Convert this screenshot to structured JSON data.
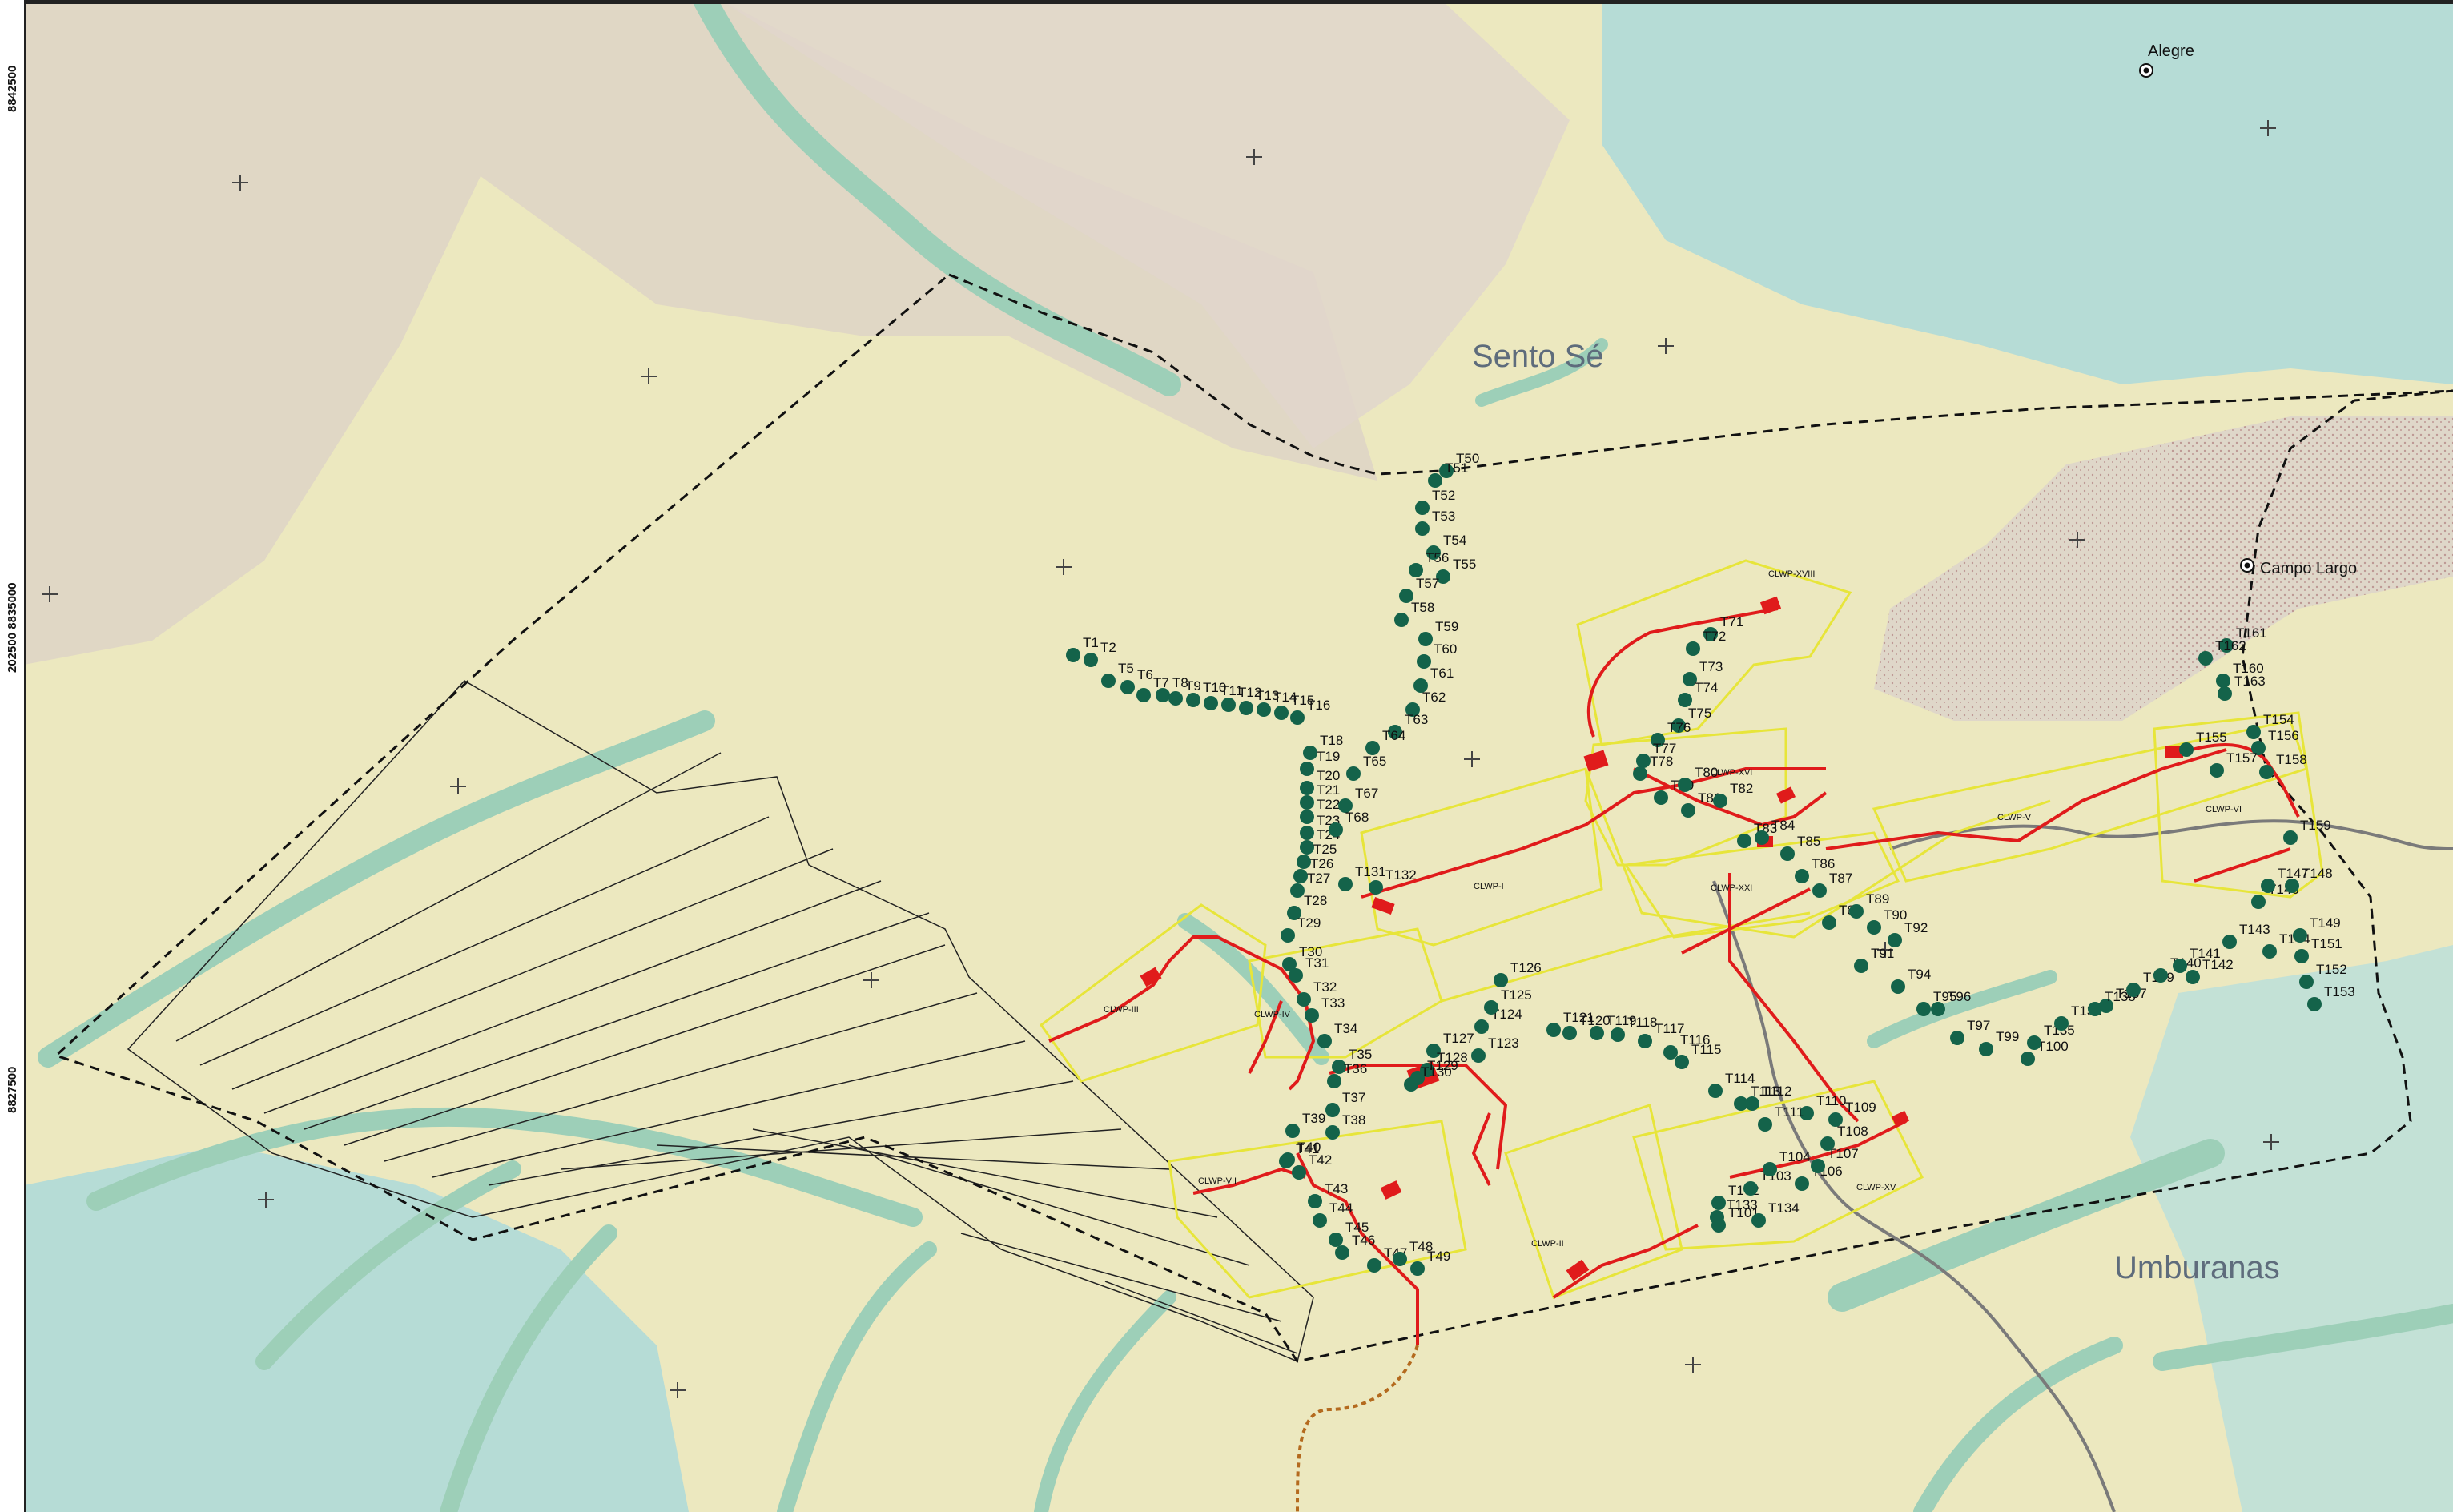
{
  "y_axis_ticks": [
    "8842500",
    "202500 8835000",
    "8827500"
  ],
  "place_labels": {
    "sento_se": "Sento Sé",
    "umburanas": "Umburanas",
    "alegre": "Alegre",
    "campo_largo": "Campo Largo"
  },
  "turbines": [
    [
      "T1",
      1340,
      818
    ],
    [
      "T2",
      1362,
      824
    ],
    [
      "T5",
      1384,
      850
    ],
    [
      "T6",
      1408,
      858
    ],
    [
      "T7",
      1428,
      868
    ],
    [
      "T8",
      1452,
      868
    ],
    [
      "T9",
      1468,
      872
    ],
    [
      "T10",
      1490,
      874
    ],
    [
      "T11",
      1512,
      878
    ],
    [
      "T12",
      1534,
      880
    ],
    [
      "T13",
      1556,
      884
    ],
    [
      "T14",
      1578,
      886
    ],
    [
      "T15",
      1600,
      890
    ],
    [
      "T16",
      1620,
      896
    ],
    [
      "T18",
      1636,
      940
    ],
    [
      "T19",
      1632,
      960
    ],
    [
      "T20",
      1632,
      984
    ],
    [
      "T21",
      1632,
      1002
    ],
    [
      "T22",
      1632,
      1020
    ],
    [
      "T23",
      1632,
      1040
    ],
    [
      "T24",
      1632,
      1058
    ],
    [
      "T25",
      1628,
      1076
    ],
    [
      "T26",
      1624,
      1094
    ],
    [
      "T27",
      1620,
      1112
    ],
    [
      "T28",
      1616,
      1140
    ],
    [
      "T29",
      1608,
      1168
    ],
    [
      "T30",
      1610,
      1204
    ],
    [
      "T31",
      1618,
      1218
    ],
    [
      "T32",
      1628,
      1248
    ],
    [
      "T33",
      1638,
      1268
    ],
    [
      "T34",
      1654,
      1300
    ],
    [
      "T35",
      1672,
      1332
    ],
    [
      "T36",
      1666,
      1350
    ],
    [
      "T37",
      1664,
      1386
    ],
    [
      "T38",
      1664,
      1414
    ],
    [
      "T39",
      1614,
      1412
    ],
    [
      "T40",
      1608,
      1448
    ],
    [
      "T41",
      1606,
      1450
    ],
    [
      "T42",
      1622,
      1464
    ],
    [
      "T43",
      1642,
      1500
    ],
    [
      "T44",
      1648,
      1524
    ],
    [
      "T45",
      1668,
      1548
    ],
    [
      "T46",
      1676,
      1564
    ],
    [
      "T47",
      1716,
      1580
    ],
    [
      "T48",
      1748,
      1572
    ],
    [
      "T49",
      1770,
      1584
    ],
    [
      "T50",
      1806,
      588
    ],
    [
      "T51",
      1792,
      600
    ],
    [
      "T52",
      1776,
      634
    ],
    [
      "T53",
      1776,
      660
    ],
    [
      "T54",
      1790,
      690
    ],
    [
      "T55",
      1802,
      720
    ],
    [
      "T56",
      1768,
      712
    ],
    [
      "T57",
      1756,
      744
    ],
    [
      "T58",
      1750,
      774
    ],
    [
      "T59",
      1780,
      798
    ],
    [
      "T60",
      1778,
      826
    ],
    [
      "T61",
      1774,
      856
    ],
    [
      "T62",
      1764,
      886
    ],
    [
      "T63",
      1742,
      914
    ],
    [
      "T64",
      1714,
      934
    ],
    [
      "T65",
      1690,
      966
    ],
    [
      "T67",
      1680,
      1006
    ],
    [
      "T68",
      1668,
      1036
    ],
    [
      "T71",
      2136,
      792
    ],
    [
      "T72",
      2114,
      810
    ],
    [
      "T73",
      2110,
      848
    ],
    [
      "T74",
      2104,
      874
    ],
    [
      "T75",
      2096,
      906
    ],
    [
      "T76",
      2070,
      924
    ],
    [
      "T77",
      2052,
      950
    ],
    [
      "T78",
      2048,
      966
    ],
    [
      "T79",
      2074,
      996
    ],
    [
      "T80",
      2104,
      980
    ],
    [
      "T81",
      2108,
      1012
    ],
    [
      "T82",
      2148,
      1000
    ],
    [
      "T83",
      2178,
      1050
    ],
    [
      "T84",
      2200,
      1046
    ],
    [
      "T85",
      2232,
      1066
    ],
    [
      "T86",
      2250,
      1094
    ],
    [
      "T87",
      2272,
      1112
    ],
    [
      "T88",
      2284,
      1152
    ],
    [
      "T89",
      2318,
      1138
    ],
    [
      "T90",
      2340,
      1158
    ],
    [
      "T91",
      2324,
      1206
    ],
    [
      "T92",
      2366,
      1174
    ],
    [
      "T94",
      2370,
      1232
    ],
    [
      "T95",
      2402,
      1260
    ],
    [
      "T96",
      2420,
      1260
    ],
    [
      "T97",
      2444,
      1296
    ],
    [
      "T99",
      2480,
      1310
    ],
    [
      "T100",
      2532,
      1322
    ],
    [
      "T101",
      2146,
      1530
    ],
    [
      "T102",
      2146,
      1502
    ],
    [
      "T103",
      2186,
      1484
    ],
    [
      "T104",
      2210,
      1460
    ],
    [
      "T106",
      2250,
      1478
    ],
    [
      "T107",
      2270,
      1456
    ],
    [
      "T108",
      2282,
      1428
    ],
    [
      "T109",
      2292,
      1398
    ],
    [
      "T110",
      2256,
      1390
    ],
    [
      "T111",
      2204,
      1404
    ],
    [
      "T112",
      2188,
      1378
    ],
    [
      "T113",
      2174,
      1378
    ],
    [
      "T114",
      2142,
      1362
    ],
    [
      "T115",
      2100,
      1326
    ],
    [
      "T116",
      2086,
      1314
    ],
    [
      "T117",
      2054,
      1300
    ],
    [
      "T118",
      2020,
      1292
    ],
    [
      "T119",
      1994,
      1290
    ],
    [
      "T120",
      1960,
      1290
    ],
    [
      "T121",
      1940,
      1286
    ],
    [
      "T123",
      1846,
      1318
    ],
    [
      "T124",
      1850,
      1282
    ],
    [
      "T125",
      1862,
      1258
    ],
    [
      "T126",
      1874,
      1224
    ],
    [
      "T127",
      1790,
      1312
    ],
    [
      "T128",
      1782,
      1336
    ],
    [
      "T129",
      1770,
      1346
    ],
    [
      "T130",
      1762,
      1354
    ],
    [
      "T131",
      1680,
      1104
    ],
    [
      "T132",
      1718,
      1108
    ],
    [
      "T133",
      2144,
      1520
    ],
    [
      "T134",
      2196,
      1524
    ],
    [
      "T135",
      2540,
      1302
    ],
    [
      "T136",
      2574,
      1278
    ],
    [
      "T137",
      2630,
      1256
    ],
    [
      "T138",
      2616,
      1260
    ],
    [
      "T139",
      2664,
      1236
    ],
    [
      "T140",
      2698,
      1218
    ],
    [
      "T141",
      2722,
      1206
    ],
    [
      "T142",
      2738,
      1220
    ],
    [
      "T143",
      2784,
      1176
    ],
    [
      "T144",
      2834,
      1188
    ],
    [
      "T146",
      2820,
      1126
    ],
    [
      "T147",
      2832,
      1106
    ],
    [
      "T148",
      2862,
      1106
    ],
    [
      "T149",
      2872,
      1168
    ],
    [
      "T151",
      2874,
      1194
    ],
    [
      "T152",
      2880,
      1226
    ],
    [
      "T153",
      2890,
      1254
    ],
    [
      "T154",
      2814,
      914
    ],
    [
      "T155",
      2730,
      936
    ],
    [
      "T156",
      2820,
      934
    ],
    [
      "T157",
      2768,
      962
    ],
    [
      "T158",
      2830,
      964
    ],
    [
      "T159",
      2860,
      1046
    ],
    [
      "T160",
      2776,
      850
    ],
    [
      "T161",
      2780,
      806
    ],
    [
      "T162",
      2754,
      822
    ],
    [
      "T163",
      2778,
      866
    ]
  ],
  "substation_labels": [
    "CLWP-XVIII",
    "CLWP-XVI",
    "CLWP-XXI",
    "CLWP-V",
    "CLWP-VI",
    "CLWP-I",
    "CLWP-III",
    "CLWP-IV",
    "CLWP-VII",
    "CLWP-II",
    "CLWP-XV"
  ],
  "colors": {
    "base": "#ece8bf",
    "relief_high": "#ddd2c6",
    "water": "#b6dcd6",
    "drainage": "#9dcfb8",
    "turbine": "#14634a",
    "cable": "#e01b1b",
    "boundary": "#111111",
    "area": "#e7e53a",
    "road": "#7a7a7a"
  }
}
